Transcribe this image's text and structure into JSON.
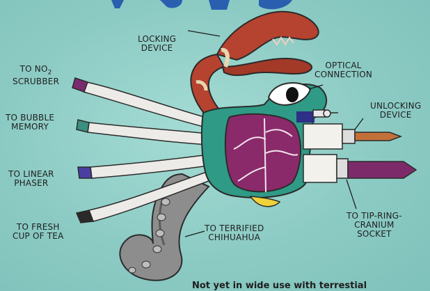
{
  "labels": {
    "locking_device": "LOCKING\nDEVICE",
    "optical_connection": "OPTICAL\nCONNECTION",
    "no2_scrubber_line1": "TO NO",
    "no2_scrubber_sub": "2",
    "no2_scrubber_line2": "SCRUBBER",
    "unlocking_device": "UNLOCKING\nDEVICE",
    "bubble_memory": "TO BUBBLE\nMEMORY",
    "linear_phaser": "TO LINEAR\nPHASER",
    "tip_ring_socket": "TO TIP-RING-\nCRANIUM\nSOCKET",
    "fresh_tea": "TO FRESH\nCUP OF TEA",
    "terrified_chihuahua": "TO TERRIFIED\nCHIHUAHUA"
  },
  "footer": "Not yet in wide use with terrestial",
  "colors": {
    "background": "#8fcfc8",
    "claw": "#b5432f",
    "body": "#2f9a86",
    "heart": "#8b2a6a",
    "cable": "#ecebe8",
    "tentacle": "#8d8d8d",
    "title": "#2a5fb0"
  }
}
